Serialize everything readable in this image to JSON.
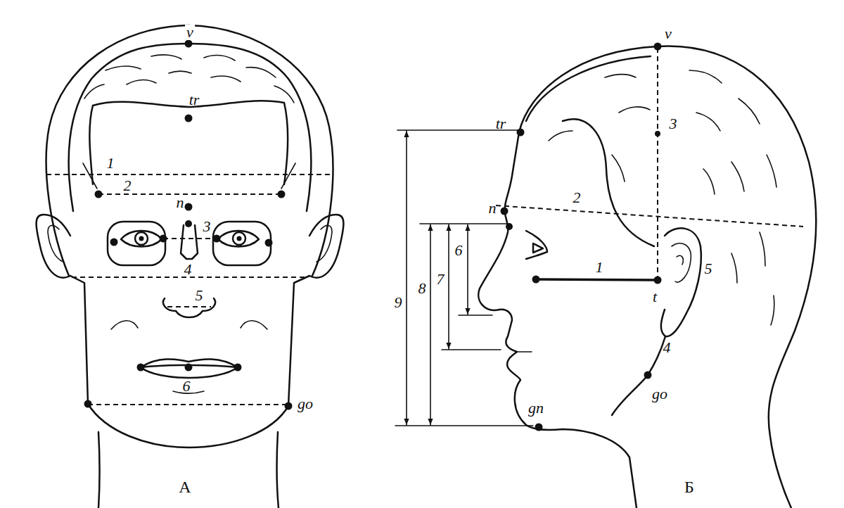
{
  "diagram": {
    "labels": [
      "v",
      "tr",
      "1",
      "2",
      "n",
      "3",
      "4",
      "5",
      "6",
      "go",
      "А",
      "tr",
      "v",
      "3",
      "n",
      "2",
      "1",
      "t",
      "5",
      "4",
      "go",
      "gn",
      "9",
      "8",
      "7",
      "6",
      "Б"
    ]
  }
}
